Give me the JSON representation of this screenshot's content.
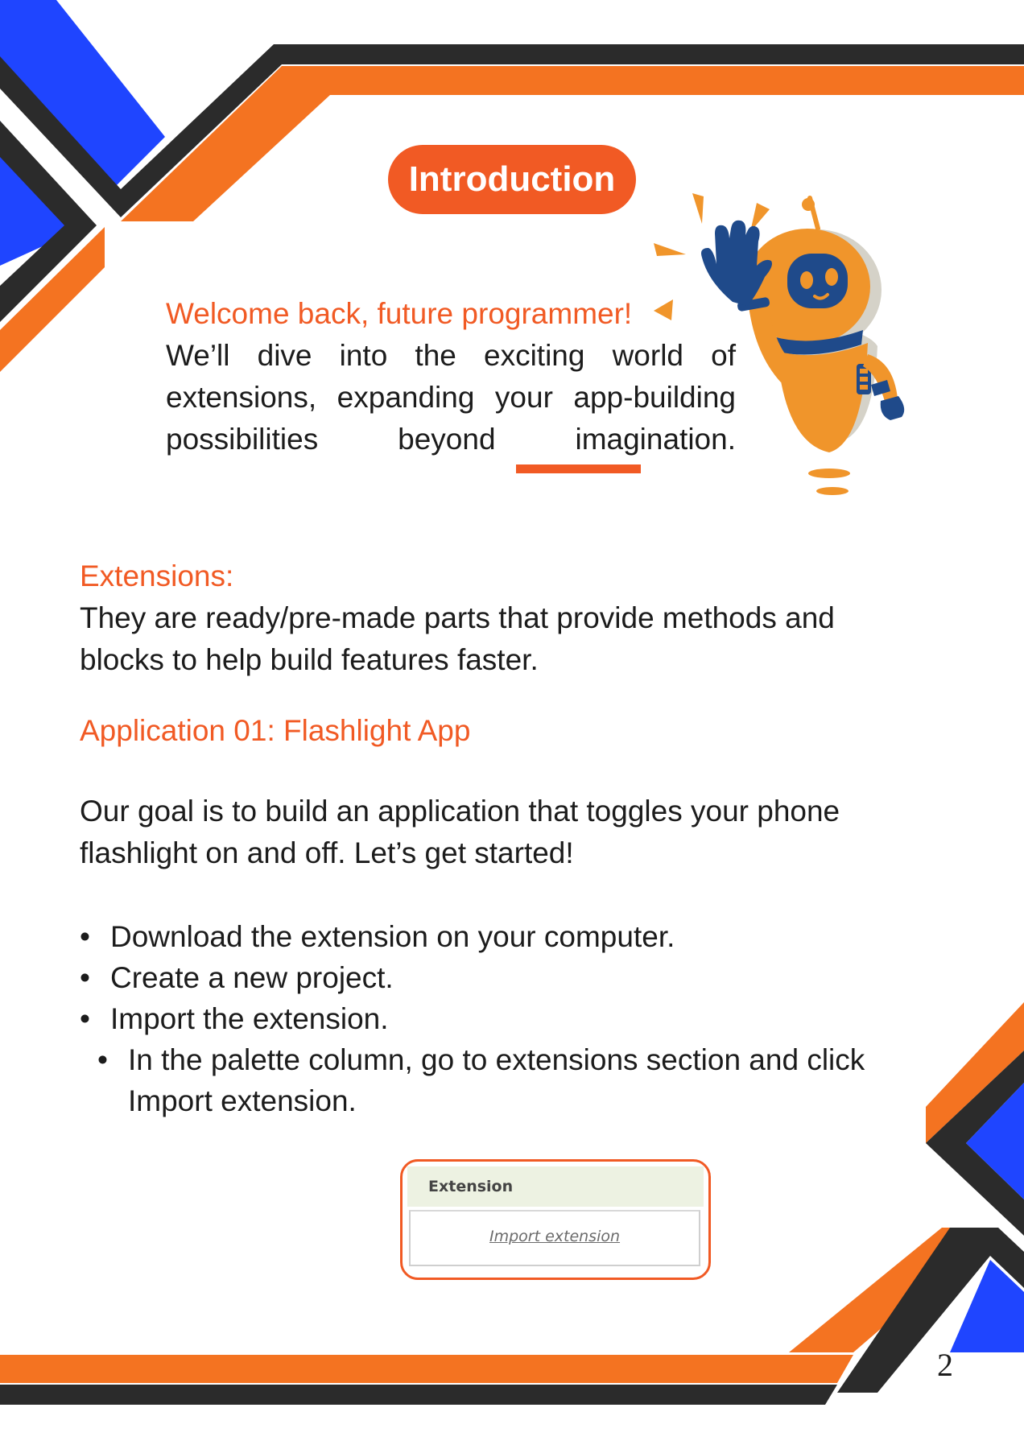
{
  "title": "Introduction",
  "intro": {
    "welcome": "Welcome back, future programmer!",
    "body": "We’ll dive into the exciting world of extensions, expanding your app-building possibilities beyond imagination."
  },
  "extensions": {
    "heading": "Extensions:",
    "body": "They are ready/pre-made parts that provide methods and blocks to help build features faster."
  },
  "application": {
    "heading": "Application 01: Flashlight App",
    "body": "Our goal is to build an application that toggles your phone flashlight on and off. Let’s get started!"
  },
  "steps": [
    "Download the extension on your computer.",
    "Create a new project.",
    "Import the extension.",
    "In the palette column, go to extensions section and click Import extension."
  ],
  "palette": {
    "header": "Extension",
    "link": "Import extension"
  },
  "page_number": "2",
  "colors": {
    "orange": "#f15a24",
    "blue": "#1f45ff",
    "dark": "#2b2b2b",
    "robot_orange": "#f0952b",
    "robot_navy": "#1f4a8a"
  }
}
